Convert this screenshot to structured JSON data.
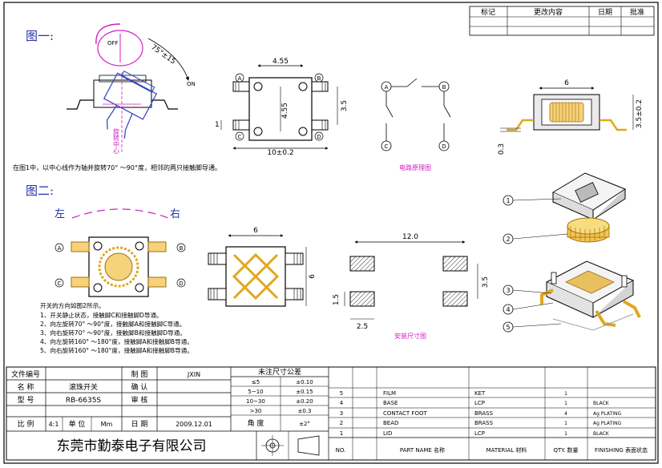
{
  "revision_block": {
    "headers": [
      "标记",
      "更改内容",
      "日期",
      "批准"
    ]
  },
  "figure1": {
    "heading": "图一:",
    "off_label": "OFF",
    "on_label": "ON",
    "angle_label": "75°±15",
    "rotation_center_label": "旋转中心",
    "caption": "在图1中，以中心线作为轴并旋转70° ～90°度，相邻的两只接触脚导通。",
    "top_view": {
      "width": "4.55",
      "height": "4.55",
      "pin_gap": "1",
      "overall": "10±0.2"
    },
    "side_dim": "3.5",
    "pin_labels": [
      "A",
      "B",
      "C",
      "D"
    ],
    "circuit_caption": "电路原理图",
    "side_view": {
      "width": "6",
      "height": "3.5±0.2",
      "foot": "0.3"
    }
  },
  "figure2": {
    "heading": "图二:",
    "left_label": "左",
    "right_label": "右",
    "notes": [
      "开关的方向如图2所示。",
      "1、开关静止状态，接触脚C和接触脚D导通。",
      "2、向左旋转70° ～90°度，接触脚A和接触脚C导通。",
      "3、向右旋转70° ～90°度，接触脚B和接触脚D导通。",
      "4、向左旋转160° ～180°度，接触脚A和接触脚B导通。",
      "5、向右旋转160° ～180°度，接触脚A和接触脚B导通。"
    ],
    "top_dim_w": "6",
    "top_dim_h": "6",
    "pcb": {
      "span": "12.0",
      "pad_pitch": "3.5",
      "pad_h": "1.5",
      "pad_w": "2.5"
    },
    "pcb_caption": "安装尺寸图",
    "balloons": [
      "1",
      "2",
      "3",
      "4",
      "5"
    ]
  },
  "title_block": {
    "rows": [
      {
        "label": "文件编号",
        "value": ""
      },
      {
        "label": "名 称",
        "value": "滚珠开关"
      },
      {
        "label": "型 号",
        "value": "RB-6635S"
      }
    ],
    "scale_label": "比 例",
    "scale_value": "4:1",
    "unit_label": "单 位",
    "unit_value": "Mm",
    "sign_rows": [
      {
        "label": "制 图",
        "value": "JXIN"
      },
      {
        "label": "确 认",
        "value": ""
      },
      {
        "label": "审 核",
        "value": ""
      },
      {
        "label": "日 期",
        "value": "2009.12.01"
      }
    ],
    "company": "东莞市勤泰电子有限公司"
  },
  "tolerance": {
    "title": "未注尺寸公差",
    "rows": [
      [
        "≤5",
        "±0.10"
      ],
      [
        "5~10",
        "±0.15"
      ],
      [
        "10~30",
        "±0.20"
      ],
      [
        ">30",
        "±0.3"
      ]
    ],
    "angle_label": "角 度",
    "angle_value": "±2°"
  },
  "parts": {
    "rows": [
      {
        "no": "5",
        "name": "FILM",
        "material": "KET",
        "qty": "1",
        "finish": ""
      },
      {
        "no": "4",
        "name": "BASE",
        "material": "LCP",
        "qty": "1",
        "finish": "BLACK"
      },
      {
        "no": "3",
        "name": "CONTACT  FOOT",
        "material": "BRASS",
        "qty": "4",
        "finish": "Ag PLATING"
      },
      {
        "no": "2",
        "name": "BEAD",
        "material": "BRASS",
        "qty": "1",
        "finish": "Ag PLATING"
      },
      {
        "no": "1",
        "name": "LID",
        "material": "LCP",
        "qty": "1",
        "finish": "BLACK"
      }
    ],
    "headers": [
      "NO.",
      "PART  NAME 名称",
      "MATERIAL 材料",
      "QTY. 数量",
      "FINISHING 表面状态"
    ]
  }
}
